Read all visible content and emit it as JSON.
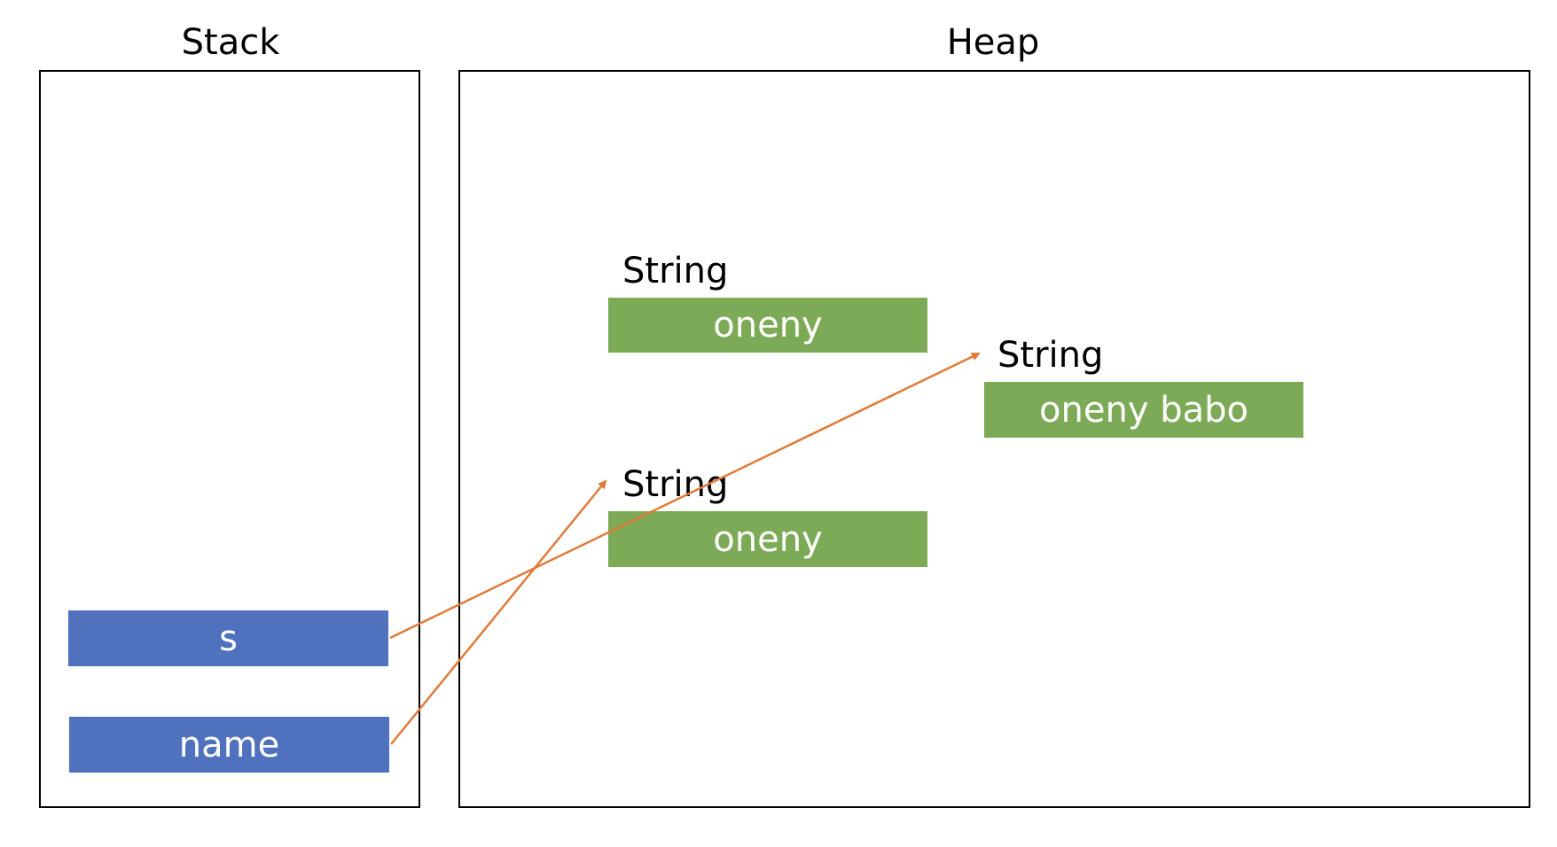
{
  "stack": {
    "title": "Stack",
    "variables": [
      {
        "label": "s"
      },
      {
        "label": "name"
      }
    ]
  },
  "heap": {
    "title": "Heap",
    "objects": [
      {
        "type": "String",
        "value": "oneny"
      },
      {
        "type": "String",
        "value": "oneny babo"
      },
      {
        "type": "String",
        "value": "oneny"
      }
    ]
  },
  "colors": {
    "stack_variable": "#4f71be",
    "heap_object": "#7daa56",
    "reference_arrow": "#e07b39"
  }
}
